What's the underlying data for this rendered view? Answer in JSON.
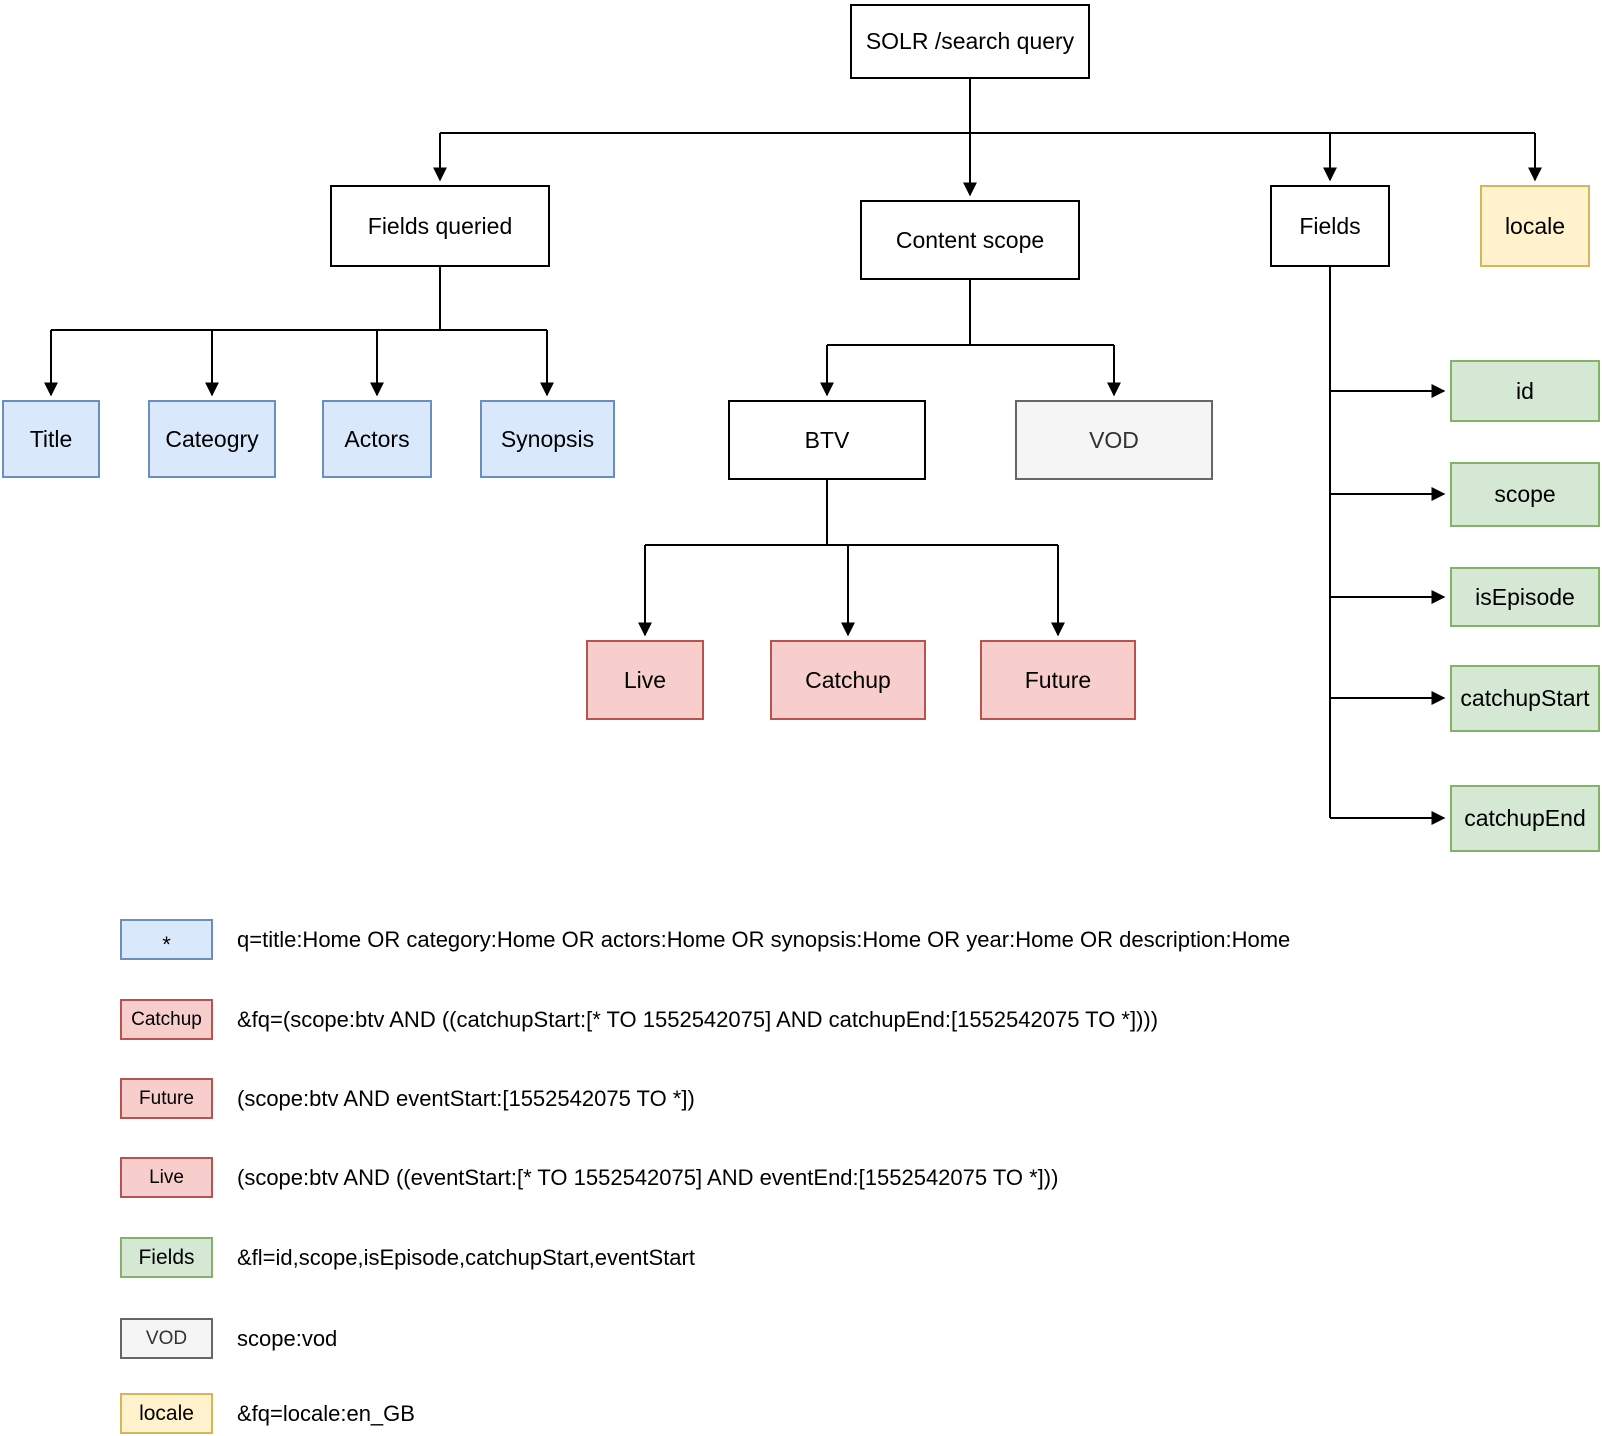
{
  "diagram": {
    "root": {
      "label": "SOLR /search query"
    },
    "branches": {
      "fields_queried": {
        "label": "Fields queried"
      },
      "content_scope": {
        "label": "Content scope"
      },
      "fields": {
        "label": "Fields"
      },
      "locale": {
        "label": "locale"
      }
    },
    "queried_fields": [
      {
        "label": "Title"
      },
      {
        "label": "Cateogry"
      },
      {
        "label": "Actors"
      },
      {
        "label": "Synopsis"
      }
    ],
    "scopes": [
      {
        "label": "BTV"
      },
      {
        "label": "VOD"
      }
    ],
    "btv_modes": [
      {
        "label": "Live"
      },
      {
        "label": "Catchup"
      },
      {
        "label": "Future"
      }
    ],
    "returned_fields": [
      {
        "label": "id"
      },
      {
        "label": "scope"
      },
      {
        "label": "isEpisode"
      },
      {
        "label": "catchupStart"
      },
      {
        "label": "catchupEnd"
      }
    ]
  },
  "legend": {
    "rows": [
      {
        "key": "*",
        "style": "blue",
        "text": "q=title:Home OR category:Home OR actors:Home OR synopsis:Home OR year:Home OR description:Home"
      },
      {
        "key": "Catchup",
        "style": "red",
        "text": "&fq=(scope:btv AND ((catchupStart:[* TO 1552542075] AND catchupEnd:[1552542075 TO *])))"
      },
      {
        "key": "Future",
        "style": "red",
        "text": "(scope:btv AND eventStart:[1552542075 TO *])"
      },
      {
        "key": "Live",
        "style": "red",
        "text": "(scope:btv AND ((eventStart:[* TO 1552542075] AND eventEnd:[1552542075 TO *]))"
      },
      {
        "key": "Fields",
        "style": "green",
        "text": "&fl=id,scope,isEpisode,catchupStart,eventStart"
      },
      {
        "key": "VOD",
        "style": "gray",
        "text": "scope:vod"
      },
      {
        "key": "locale",
        "style": "yellow",
        "text": "&fq=locale:en_GB"
      }
    ]
  },
  "colors": {
    "blue_fill": "#dae8fc",
    "blue_border": "#6c8ebf",
    "red_fill": "#f8cecc",
    "red_border": "#b85450",
    "green_fill": "#d5e8d4",
    "green_border": "#82b366",
    "yellow_fill": "#fff2cc",
    "yellow_border": "#d6b656",
    "gray_fill": "#f5f5f5",
    "gray_border": "#666666",
    "line": "#000000"
  }
}
